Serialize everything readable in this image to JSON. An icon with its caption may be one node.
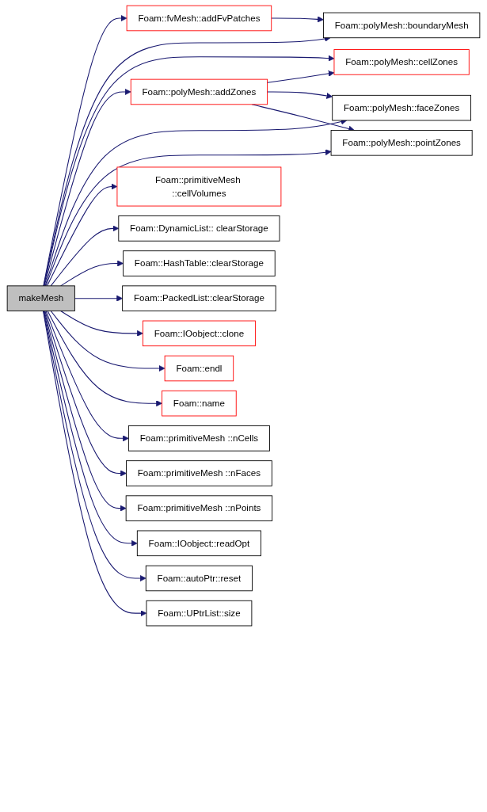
{
  "diagram": {
    "nodes": [
      {
        "text": [
          "makeMesh"
        ]
      },
      {
        "text": [
          "Foam::fvMesh::addFvPatches"
        ]
      },
      {
        "text": [
          "Foam::polyMesh::boundaryMesh"
        ]
      },
      {
        "text": [
          "Foam::polyMesh::cellZones"
        ]
      },
      {
        "text": [
          "Foam::polyMesh::addZones"
        ]
      },
      {
        "text": [
          "Foam::polyMesh::faceZones"
        ]
      },
      {
        "text": [
          "Foam::polyMesh::pointZones"
        ]
      },
      {
        "text": [
          "Foam::primitiveMesh ::cellVolumes"
        ]
      },
      {
        "text": [
          "Foam::DynamicList:: clearStorage"
        ]
      },
      {
        "text": [
          "Foam::HashTable::clearStorage"
        ]
      },
      {
        "text": [
          "Foam::PackedList::clearStorage"
        ]
      },
      {
        "text": [
          "Foam::IOobject::clone"
        ]
      },
      {
        "text": [
          "Foam::endl"
        ]
      },
      {
        "text": [
          "Foam::name"
        ]
      },
      {
        "text": [
          "Foam::primitiveMesh ::nCells"
        ]
      },
      {
        "text": [
          "Foam::primitiveMesh ::nFaces"
        ]
      },
      {
        "text": [
          "Foam::primitiveMesh ::nPoints"
        ]
      },
      {
        "text": [
          "Foam::IOobject::readOpt"
        ]
      },
      {
        "text": [
          "Foam::autoPtr::reset"
        ]
      },
      {
        "text": [
          "Foam::UPtrList::size"
        ]
      }
    ],
    "edges": [
      {
        "from": 0,
        "to": 1,
        "arrow": "to"
      },
      {
        "from": 0,
        "to": 2,
        "arrow": "to"
      },
      {
        "from": 0,
        "to": 3,
        "arrow": "to"
      },
      {
        "from": 0,
        "to": 4,
        "arrow": "to"
      },
      {
        "from": 0,
        "to": 5,
        "arrow": "to"
      },
      {
        "from": 0,
        "to": 6,
        "arrow": "to"
      },
      {
        "from": 0,
        "to": 7,
        "arrow": "to"
      },
      {
        "from": 0,
        "to": 8,
        "arrow": "to"
      },
      {
        "from": 0,
        "to": 9,
        "arrow": "to"
      },
      {
        "from": 0,
        "to": 10,
        "arrow": "to"
      },
      {
        "from": 0,
        "to": 11,
        "arrow": "to"
      },
      {
        "from": 0,
        "to": 12,
        "arrow": "to"
      },
      {
        "from": 0,
        "to": 13,
        "arrow": "to"
      },
      {
        "from": 0,
        "to": 14,
        "arrow": "to"
      },
      {
        "from": 0,
        "to": 15,
        "arrow": "to"
      },
      {
        "from": 0,
        "to": 16,
        "arrow": "to"
      },
      {
        "from": 0,
        "to": 17,
        "arrow": "to"
      },
      {
        "from": 0,
        "to": 18,
        "arrow": "to"
      },
      {
        "from": 0,
        "to": 19,
        "arrow": "to"
      },
      {
        "from": 1,
        "to": 2,
        "arrow": "to"
      },
      {
        "from": 4,
        "to": 3,
        "arrow": "to"
      },
      {
        "from": 4,
        "to": 5,
        "arrow": "to"
      },
      {
        "from": 4,
        "to": 6,
        "arrow": "to"
      }
    ]
  }
}
